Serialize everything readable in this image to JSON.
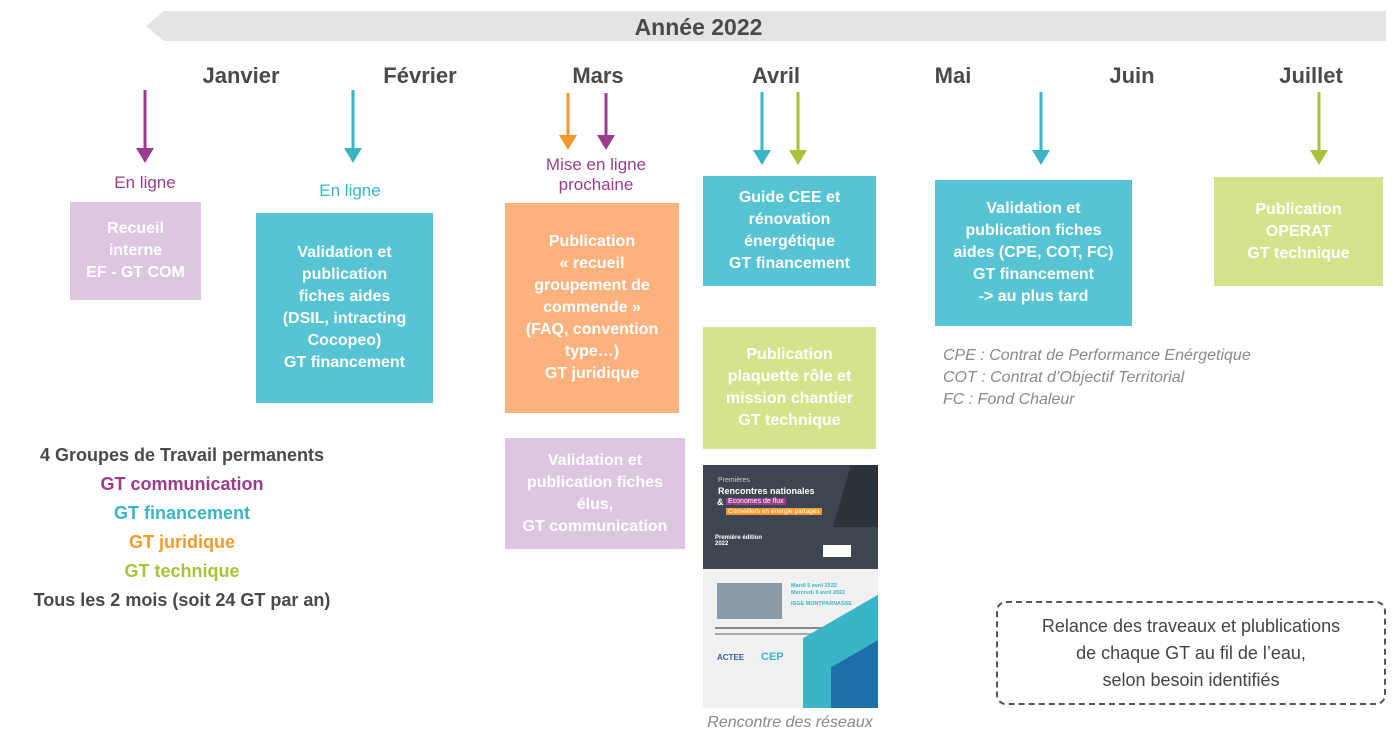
{
  "year": "Année 2022",
  "months": [
    "Janvier",
    "Février",
    "Mars",
    "Avril",
    "Mai",
    "Juin",
    "Juillet"
  ],
  "colors": {
    "pink": "#9b3d8f",
    "teal": "#3ab5c8",
    "orange": "#f39a2b",
    "green": "#a9c23a"
  },
  "labels": {
    "jan": "En ligne",
    "feb": "En ligne",
    "mar": "Mise en ligne\nprochaine"
  },
  "boxes": {
    "jan_recueil": "Recueil\ninterne\nEF - GT COM",
    "feb_validation": "Validation et\npublication\nfiches aides\n(DSIL, intracting\nCocopeo)\nGT financement",
    "mar_publication": "Publication\n« recueil\ngroupement de\ncommende »\n(FAQ, convention\ntype…)\nGT juridique",
    "mar_validation_elus": "Validation et\npublication fiches\nélus,\nGT communication",
    "apr_guide": "Guide CEE et\nrénovation\nénergétique\nGT financement",
    "apr_plaquette": "Publication\nplaquette rôle et\nmission chantier\nGT technique",
    "may_validation": "Validation et\npublication fiches\naides (CPE, COT, FC)\nGT financement\n-> au plus tard",
    "jul_operat": "Publication\nOPERAT\nGT  technique"
  },
  "notes": {
    "abbrev": [
      "CPE : Contrat de Performance Enérgetique",
      "COT : Contrat d’Objectif Territorial",
      "FC : Fond Chaleur"
    ],
    "brochure_caption": "Rencontre des réseaux"
  },
  "groups": {
    "title": "4 Groupes de Travail permanents",
    "items": [
      "GT communication",
      "GT financement",
      "GT juridique",
      "GT technique"
    ],
    "footer": "Tous les 2 mois (soit 24 GT par an)"
  },
  "brochure": {
    "kicker": "Premières",
    "title": "Rencontres nationales",
    "tag1": "Economes de flux",
    "tag2": "Conseillers en énergie partagés",
    "edition": "Première édition 2022",
    "dates": "Mardi 5 avril 2022\nMercredi 6 avril 2022",
    "place": "ISGE MONTPARNASSE",
    "logos": [
      "ACTEE",
      "CEP"
    ]
  },
  "relance": "Relance des traveaux et plublications\nde chaque GT au fil de l’eau,\nselon besoin identifiés"
}
